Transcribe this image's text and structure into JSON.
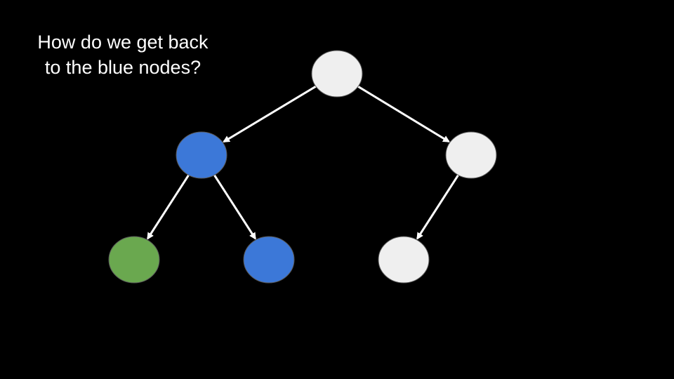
{
  "slide": {
    "question": "How do we get back\nto the blue nodes?"
  },
  "colors": {
    "background": "#000000",
    "edge": "#ffffff",
    "text": "#ffffff"
  },
  "tree": {
    "nodes": [
      {
        "id": "root",
        "color": "#efefef"
      },
      {
        "id": "left",
        "color": "#3c78d8"
      },
      {
        "id": "right",
        "color": "#efefef"
      },
      {
        "id": "left-left",
        "color": "#6aa84f"
      },
      {
        "id": "left-right",
        "color": "#3c78d8"
      },
      {
        "id": "right-left",
        "color": "#efefef"
      }
    ],
    "edges": [
      {
        "from": "root",
        "to": "left"
      },
      {
        "from": "root",
        "to": "right"
      },
      {
        "from": "left",
        "to": "left-left"
      },
      {
        "from": "left",
        "to": "left-right"
      },
      {
        "from": "right",
        "to": "right-left"
      }
    ]
  }
}
